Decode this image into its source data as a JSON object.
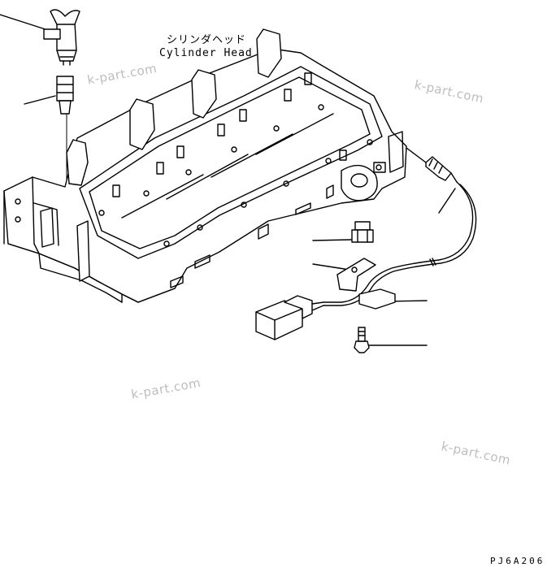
{
  "title_japanese": "シリンダヘッド",
  "title_english": "Cylinder Head",
  "watermarks": [
    "k-part.com",
    "k-part.com",
    "k-part.com",
    "k-part.com"
  ],
  "drawing_code": "PJ6A206"
}
